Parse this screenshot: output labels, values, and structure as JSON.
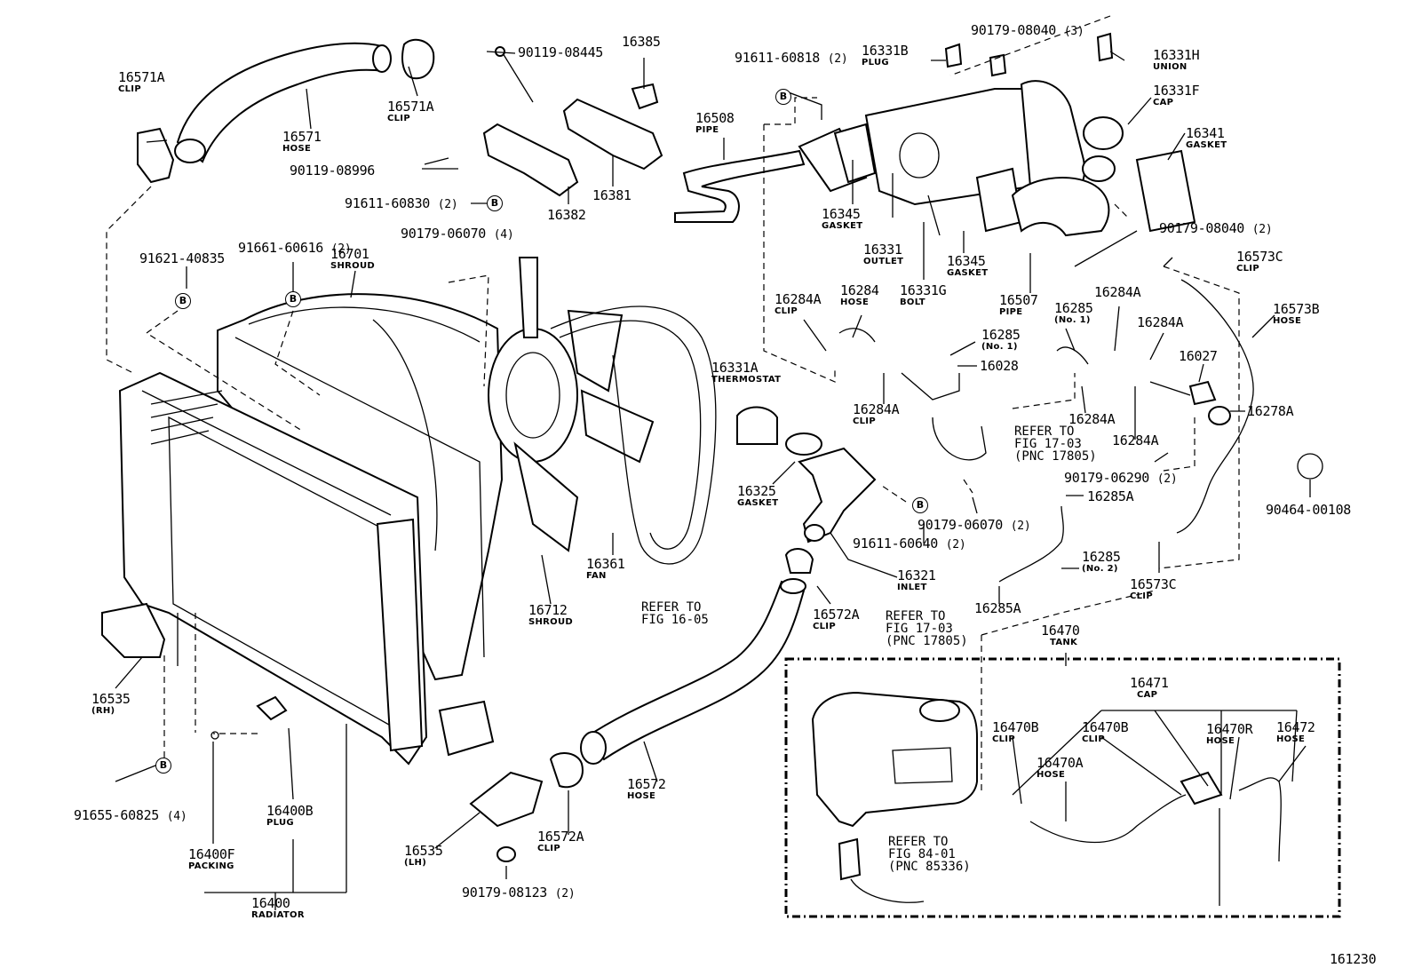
{
  "diagram_id": "161230",
  "bubble_letter": "B",
  "parts": {
    "p16571A_a": {
      "pn": "16571A",
      "sub": "CLIP"
    },
    "p16571A_b": {
      "pn": "16571A",
      "sub": "CLIP"
    },
    "p16571": {
      "pn": "16571",
      "sub": "HOSE"
    },
    "p90119_08445": {
      "pn": "90119-08445"
    },
    "p16385": {
      "pn": "16385"
    },
    "p90119_08996": {
      "pn": "90119-08996"
    },
    "p91611_60830": {
      "pn": "91611-60830",
      "qty": "(2)"
    },
    "p16382": {
      "pn": "16382"
    },
    "p16381": {
      "pn": "16381"
    },
    "p91661_60616": {
      "pn": "91661-60616",
      "qty": "(2)"
    },
    "p90179_06070_4": {
      "pn": "90179-06070",
      "qty": "(4)"
    },
    "p91621_40835": {
      "pn": "91621-40835"
    },
    "p16701": {
      "pn": "16701",
      "sub": "SHROUD"
    },
    "p91611_60818": {
      "pn": "91611-60818",
      "qty": "(2)"
    },
    "p16331B": {
      "pn": "16331B",
      "sub": "PLUG"
    },
    "p90179_08040_3": {
      "pn": "90179-08040",
      "qty": "(3)"
    },
    "p16331H": {
      "pn": "16331H",
      "sub": "UNION"
    },
    "p16331F": {
      "pn": "16331F",
      "sub": "CAP"
    },
    "p16508": {
      "pn": "16508",
      "sub": "PIPE"
    },
    "p16341": {
      "pn": "16341",
      "sub": "GASKET"
    },
    "p16345_a": {
      "pn": "16345",
      "sub": "GASKET"
    },
    "p16331": {
      "pn": "16331",
      "sub": "OUTLET"
    },
    "p16345_b": {
      "pn": "16345",
      "sub": "GASKET"
    },
    "p90179_08040_2": {
      "pn": "90179-08040",
      "qty": "(2)"
    },
    "p16573C_a": {
      "pn": "16573C",
      "sub": "CLIP"
    },
    "p16284A_1": {
      "pn": "16284A",
      "sub": "CLIP"
    },
    "p16284": {
      "pn": "16284",
      "sub": "HOSE"
    },
    "p16331G": {
      "pn": "16331G",
      "sub": "BOLT"
    },
    "p16507": {
      "pn": "16507",
      "sub": "PIPE"
    },
    "p16285_no1_a": {
      "pn": "16285",
      "sub": "(No. 1)"
    },
    "p16284A_2": {
      "pn": "16284A"
    },
    "p16573B": {
      "pn": "16573B",
      "sub": "HOSE"
    },
    "p16285_no1_b": {
      "pn": "16285",
      "sub": "(No. 1)"
    },
    "p16284A_3": {
      "pn": "16284A"
    },
    "p16028": {
      "pn": "16028"
    },
    "p16027": {
      "pn": "16027"
    },
    "p16331A": {
      "pn": "16331A",
      "sub": "THERMOSTAT"
    },
    "p16284A_4": {
      "pn": "16284A",
      "sub": "CLIP"
    },
    "p16284A_5": {
      "pn": "16284A"
    },
    "p16278A": {
      "pn": "16278A"
    },
    "p16284A_6": {
      "pn": "16284A"
    },
    "p90179_06290": {
      "pn": "90179-06290",
      "qty": "(2)"
    },
    "p16285A_a": {
      "pn": "16285A"
    },
    "p90464_00108": {
      "pn": "90464-00108"
    },
    "p16325": {
      "pn": "16325",
      "sub": "GASKET"
    },
    "p90179_06070_2": {
      "pn": "90179-06070",
      "qty": "(2)"
    },
    "p91611_60640": {
      "pn": "91611-60640",
      "qty": "(2)"
    },
    "p16361": {
      "pn": "16361",
      "sub": "FAN"
    },
    "p16321": {
      "pn": "16321",
      "sub": "INLET"
    },
    "p16285_no2": {
      "pn": "16285",
      "sub": "(No. 2)"
    },
    "p16573C_b": {
      "pn": "16573C",
      "sub": "CLIP"
    },
    "p16712": {
      "pn": "16712",
      "sub": "SHROUD"
    },
    "p16572A_a": {
      "pn": "16572A",
      "sub": "CLIP"
    },
    "p16285A_b": {
      "pn": "16285A"
    },
    "p16470": {
      "pn": "16470",
      "sub": "TANK"
    },
    "p16535_rh": {
      "pn": "16535",
      "sub": "(RH)"
    },
    "p16471": {
      "pn": "16471",
      "sub": "CAP"
    },
    "p16470B_a": {
      "pn": "16470B",
      "sub": "CLIP"
    },
    "p16470B_b": {
      "pn": "16470B",
      "sub": "CLIP"
    },
    "p16470R": {
      "pn": "16470R",
      "sub": "HOSE"
    },
    "p16472": {
      "pn": "16472",
      "sub": "HOSE"
    },
    "p16470A": {
      "pn": "16470A",
      "sub": "HOSE"
    },
    "p16572": {
      "pn": "16572",
      "sub": "HOSE"
    },
    "p16400B": {
      "pn": "16400B",
      "sub": "PLUG"
    },
    "p91655_60825": {
      "pn": "91655-60825",
      "qty": "(4)"
    },
    "p16400F": {
      "pn": "16400F",
      "sub": "PACKING"
    },
    "p16535_lh": {
      "pn": "16535",
      "sub": "(LH)"
    },
    "p16572A_b": {
      "pn": "16572A",
      "sub": "CLIP"
    },
    "p16400": {
      "pn": "16400",
      "sub": "RADIATOR"
    },
    "p90179_08123": {
      "pn": "90179-08123",
      "qty": "(2)"
    }
  },
  "references": {
    "fig_16_05": {
      "l1": "REFER TO",
      "l2": "FIG 16-05"
    },
    "fig_17_03_a": {
      "l1": "REFER TO",
      "l2": "FIG 17-03",
      "l3": "(PNC 17805)"
    },
    "fig_17_03_b": {
      "l1": "REFER TO",
      "l2": "FIG 17-03",
      "l3": "(PNC 17805)"
    },
    "fig_84_01": {
      "l1": "REFER TO",
      "l2": "FIG 84-01",
      "l3": "(PNC 85336)"
    }
  }
}
